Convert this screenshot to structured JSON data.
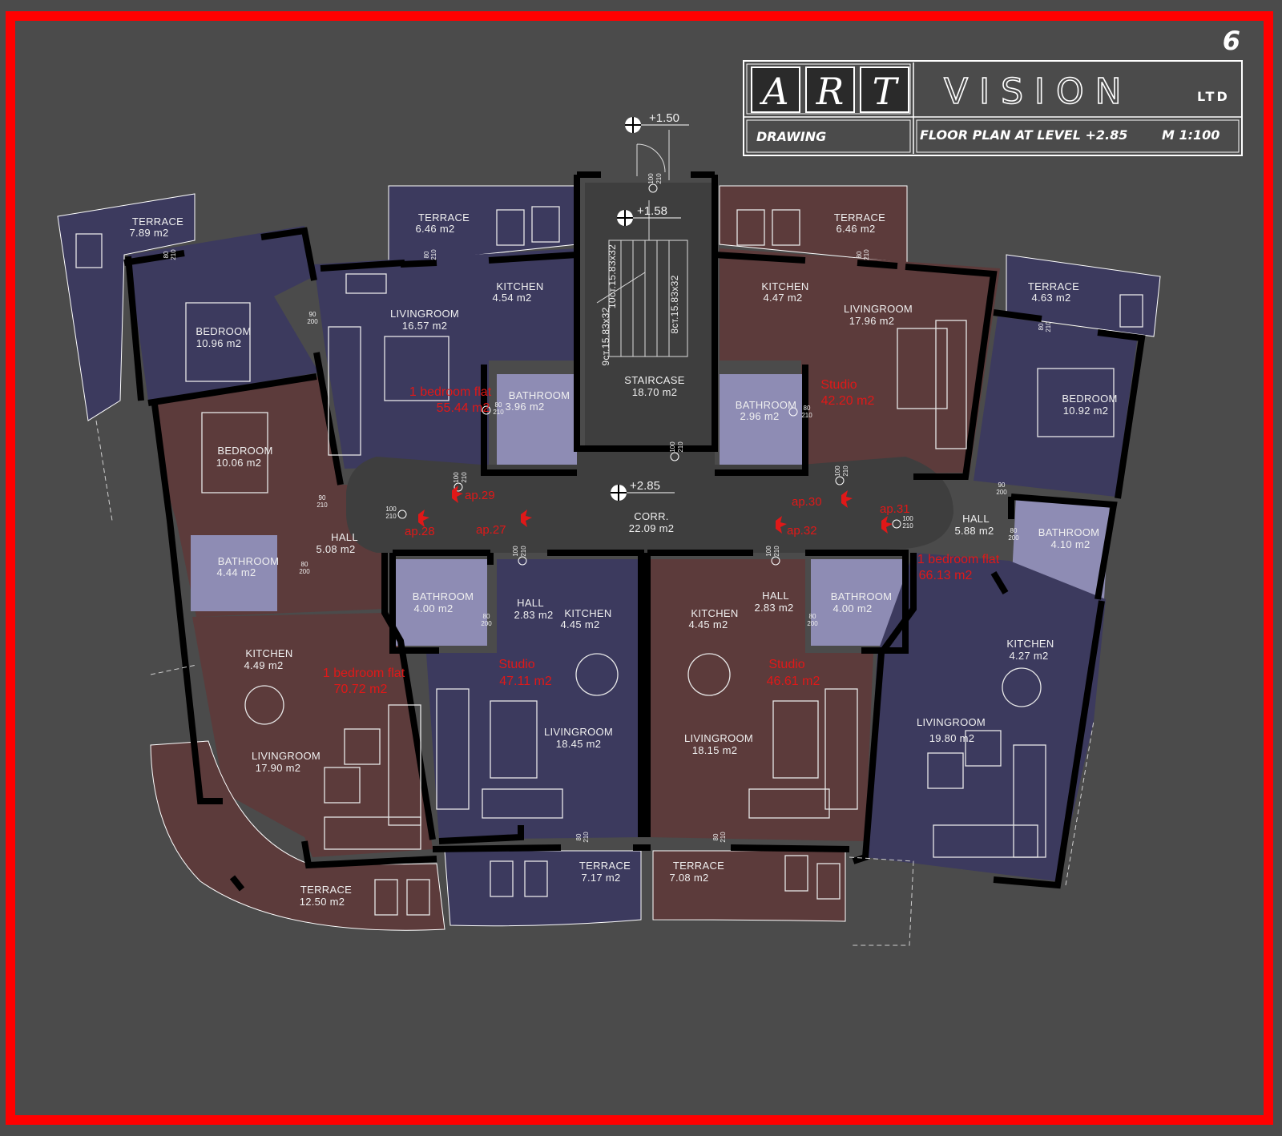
{
  "sheet_number": "6",
  "title_block": {
    "logo_letters": [
      "A",
      "R",
      "T"
    ],
    "company": "VISION",
    "company_suffix": "LTD",
    "drawing_label": "DRAWING",
    "drawing_title": "FLOOR PLAN AT LEVEL +2.85",
    "scale": "M 1:100"
  },
  "elevations": [
    "+1.50",
    "+1.58",
    "+2.85"
  ],
  "stair_notes": [
    "10ст.15.83x32",
    "8ст.15.83x32",
    "9ст.15.83x32"
  ],
  "door_tags": {
    "d100_210": [
      "100",
      "210"
    ],
    "d90_200": [
      "90",
      "200"
    ],
    "d80_210": [
      "80",
      "210"
    ],
    "d90_210": [
      "90",
      "210"
    ],
    "d80_200": [
      "80",
      "200"
    ]
  },
  "apartments": [
    {
      "type": "1 bedroom flat",
      "area": "55.44 m2"
    },
    {
      "type": "Studio",
      "area": "42.20 m2"
    },
    {
      "type": "1 bedroom flat",
      "area": "70.72 m2"
    },
    {
      "type": "Studio",
      "area": "47.11 m2"
    },
    {
      "type": "Studio",
      "area": "46.61 m2"
    },
    {
      "type": "1 bedroom flat",
      "area": "66.13 m2"
    }
  ],
  "apartment_numbers": [
    "ap.29",
    "ap.28",
    "ap.27",
    "ap.30",
    "ap.31",
    "ap.32"
  ],
  "rooms": [
    {
      "name": "TERRACE",
      "area": "7.89 m2"
    },
    {
      "name": "TERRACE",
      "area": "6.46 m2"
    },
    {
      "name": "TERRACE",
      "area": "6.46 m2"
    },
    {
      "name": "TERRACE",
      "area": "4.63 m2"
    },
    {
      "name": "BEDROOM",
      "area": "10.96 m2"
    },
    {
      "name": "KITCHEN",
      "area": "4.54 m2"
    },
    {
      "name": "LIVINGROOM",
      "area": "16.57 m2"
    },
    {
      "name": "BATHROOM",
      "area": "3.96 m2"
    },
    {
      "name": "STAIRCASE",
      "area": "18.70 m2"
    },
    {
      "name": "KITCHEN",
      "area": "4.47 m2"
    },
    {
      "name": "LIVINGROOM",
      "area": "17.96 m2"
    },
    {
      "name": "BATHROOM",
      "area": "2.96 m2"
    },
    {
      "name": "BEDROOM",
      "area": "10.92 m2"
    },
    {
      "name": "BEDROOM",
      "area": "10.06 m2"
    },
    {
      "name": "HALL",
      "area": "5.08 m2"
    },
    {
      "name": "BATHROOM",
      "area": "4.44 m2"
    },
    {
      "name": "CORR.",
      "area": "22.09 m2"
    },
    {
      "name": "HALL",
      "area": "5.88 m2"
    },
    {
      "name": "BATHROOM",
      "area": "4.10 m2"
    },
    {
      "name": "BATHROOM",
      "area": "4.00 m2"
    },
    {
      "name": "HALL",
      "area": "2.83 m2"
    },
    {
      "name": "KITCHEN",
      "area": "4.45 m2"
    },
    {
      "name": "KITCHEN",
      "area": "4.45 m2"
    },
    {
      "name": "HALL",
      "area": "2.83 m2"
    },
    {
      "name": "BATHROOM",
      "area": "4.00 m2"
    },
    {
      "name": "KITCHEN",
      "area": "4.49 m2"
    },
    {
      "name": "KITCHEN",
      "area": "4.27 m2"
    },
    {
      "name": "LIVINGROOM",
      "area": "18.45 m2"
    },
    {
      "name": "LIVINGROOM",
      "area": "18.15 m2"
    },
    {
      "name": "LIVINGROOM",
      "area": "17.90 m2"
    },
    {
      "name": "LIVINGROOM",
      "area": "19.80 m2"
    },
    {
      "name": "TERRACE",
      "area": "7.17 m2"
    },
    {
      "name": "TERRACE",
      "area": "7.08 m2"
    },
    {
      "name": "TERRACE",
      "area": "12.50 m2"
    }
  ],
  "colors": {
    "background": "#4b4b4b",
    "frame": "#ff0000",
    "apartment_blue": "#3c3a5e",
    "apartment_brown": "#5c3b3b",
    "bathroom": "#8e8cb4",
    "common_area": "#3e3e3e",
    "wall": "#000000",
    "labels": "#f0f0f0",
    "apartment_text": "#e01818"
  }
}
